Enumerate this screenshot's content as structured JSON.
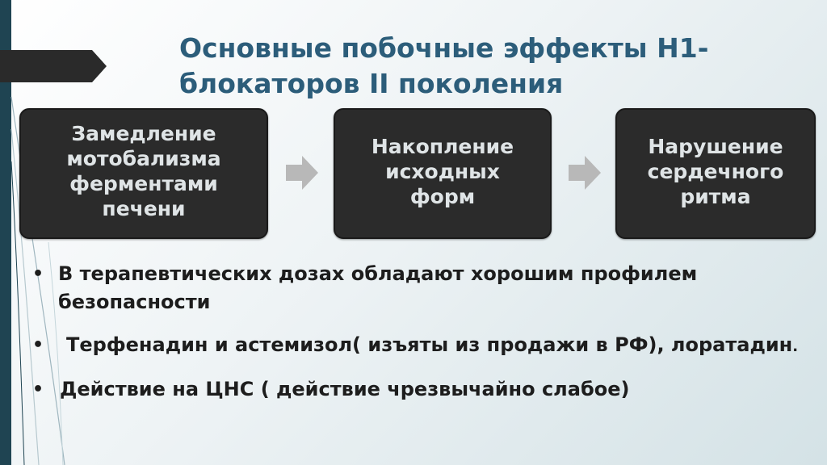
{
  "slide": {
    "title": "Основные побочные эффекты Н1-блокаторов II поколения",
    "boxes": [
      {
        "lines": [
          "Замедление",
          "мотобализма",
          "ферментами",
          "печени"
        ]
      },
      {
        "lines": [
          "Накопление",
          "исходных",
          "форм"
        ]
      },
      {
        "lines": [
          "Нарушение",
          "сердечного",
          "ритма"
        ]
      }
    ],
    "bullets": [
      {
        "text": "В терапевтических дозах обладают хорошим профилем безопасности"
      },
      {
        "text": "Терфенадин и астемизол( изъяты из продажи в РФ), лоратадин",
        "suffix": "."
      },
      {
        "text": "Действие на ЦНС ( действие чрезвычайно слабое)"
      }
    ],
    "bullet_symbol": "•"
  },
  "colors": {
    "title": "#2c5d7a",
    "box_fill": "#2b2b2b",
    "box_text": "#dfe4e6",
    "accent_bar": "#1f4452",
    "arrow": "#b8b8b8"
  },
  "icons": [
    "flow-arrow-icon",
    "bullet-icon"
  ]
}
